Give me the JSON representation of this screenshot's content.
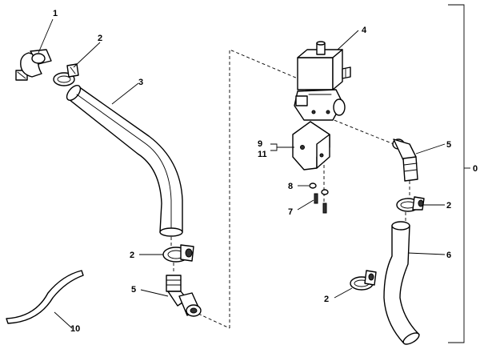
{
  "callouts": {
    "c1": "1",
    "c2a": "2",
    "c3": "3",
    "c4": "4",
    "c5a": "5",
    "c9": "9",
    "c11": "11",
    "c8": "8",
    "c7": "7",
    "c0": "0",
    "c2b": "2",
    "c6": "6",
    "c2c": "2",
    "c5b": "5",
    "c10": "10",
    "c2d": "2"
  },
  "parts": [
    {
      "ref": "1",
      "name": "elbow fitting"
    },
    {
      "ref": "2",
      "name": "hose clamp"
    },
    {
      "ref": "3",
      "name": "hose"
    },
    {
      "ref": "4",
      "name": "solenoid valve"
    },
    {
      "ref": "5",
      "name": "elbow connector"
    },
    {
      "ref": "6",
      "name": "hose"
    },
    {
      "ref": "7",
      "name": "screw"
    },
    {
      "ref": "8",
      "name": "washer"
    },
    {
      "ref": "9",
      "name": "bracket"
    },
    {
      "ref": "10",
      "name": "tie strap"
    },
    {
      "ref": "11",
      "name": "bracket"
    },
    {
      "ref": "0",
      "name": "assembly"
    }
  ]
}
